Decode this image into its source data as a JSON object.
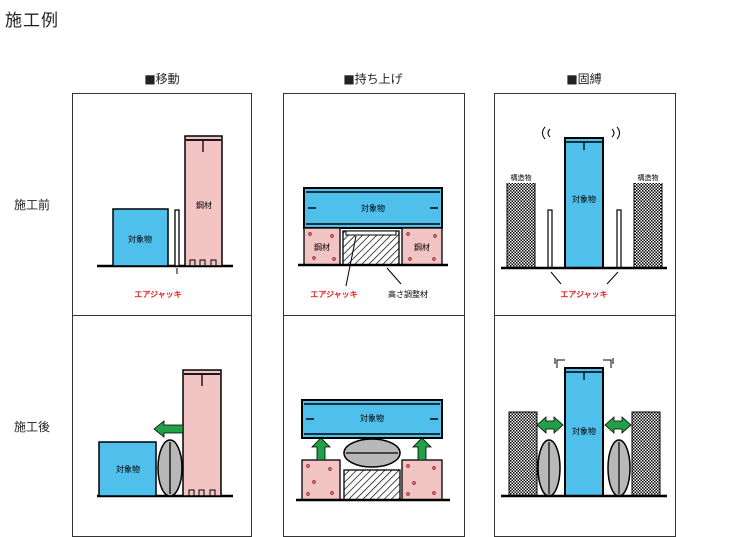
{
  "page": {
    "title": "施工例"
  },
  "columns": [
    {
      "id": "move",
      "heading": "■移動"
    },
    {
      "id": "lift",
      "heading": "■持ち上げ"
    },
    {
      "id": "restrain",
      "heading": "■固縛"
    }
  ],
  "rows": [
    {
      "id": "before",
      "label": "施工前"
    },
    {
      "id": "after",
      "label": "施工後"
    }
  ],
  "labels": {
    "object": "対象物",
    "steel": "鋼材",
    "structure": "構造物",
    "air_jack": "エアジャッキ",
    "height_adjuster": "高さ調整材"
  },
  "colors": {
    "object_fill": "#4fc0ec",
    "steel_fill": "#f2c4c4",
    "jack_fill": "#b8b8b8",
    "arrow_green": "#22a045",
    "jack_label": "#e0201f"
  }
}
